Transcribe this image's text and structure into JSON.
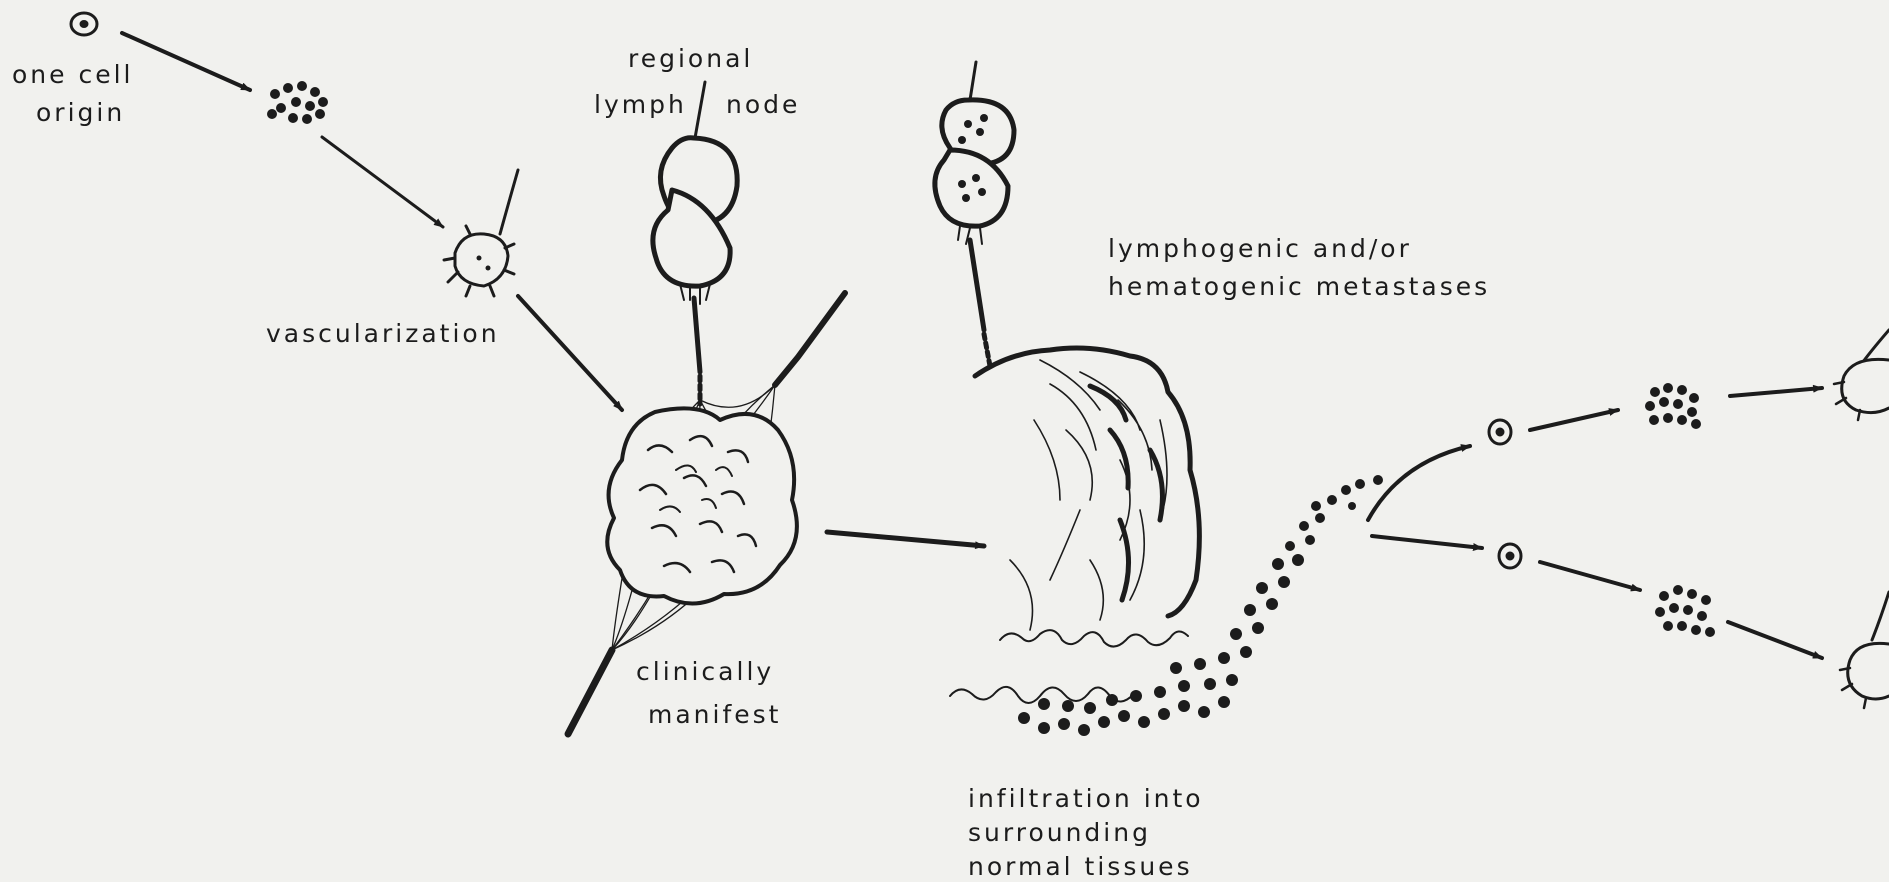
{
  "labels": {
    "origin_line1": "one cell",
    "origin_line2": "origin",
    "vascularization": "vascularization",
    "lymph_line1": "regional",
    "lymph_line2": "lymph",
    "lymph_line3": "node",
    "clinical_line1": "clinically",
    "clinical_line2": "manifest",
    "metastases_line1": "lymphogenic and/or",
    "metastases_line2": "hematogenic metastases",
    "infiltration_line1": "infiltration into",
    "infiltration_line2": "surrounding",
    "infiltration_line3": "normal tissues"
  },
  "colors": {
    "background": "#f1f1ee",
    "ink": "#1c1c1c"
  }
}
